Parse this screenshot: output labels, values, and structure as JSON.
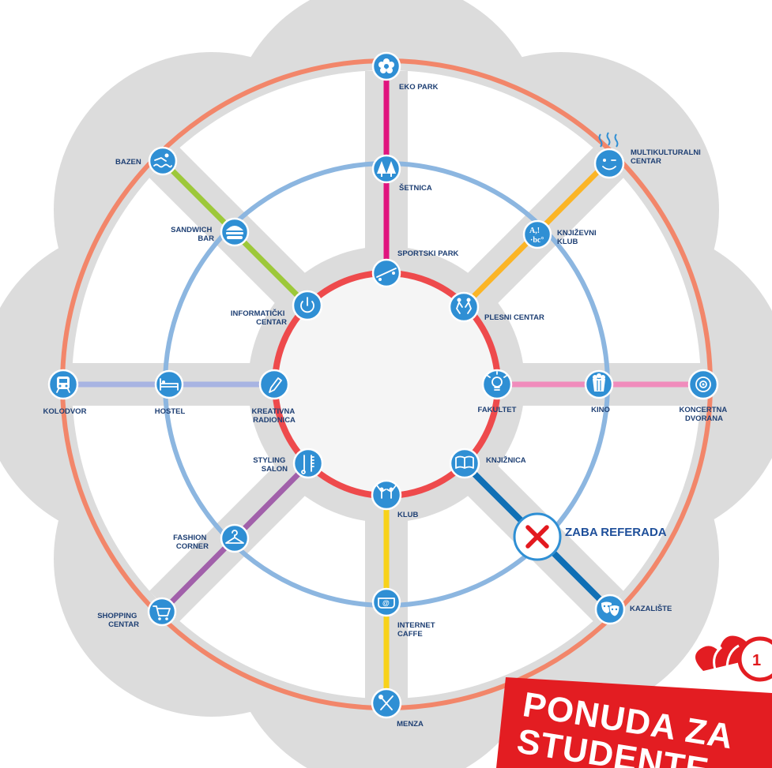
{
  "colors": {
    "background_shape": "#dcdcdc",
    "outer_ring": "#f2866a",
    "middle_ring": "#8cb6e0",
    "inner_ring": "#ee4a4c",
    "line_top": "#e0147e",
    "line_upper_right": "#fbb526",
    "line_upper_left": "#9dc83a",
    "line_left": "#a8b4e2",
    "line_right": "#f08cbc",
    "line_lower_left": "#a160aa",
    "line_bottom": "#f8d21a",
    "line_lower_right": "#0f6fb5",
    "station": "#2f8fd4",
    "promo_red": "#e31d22"
  },
  "stations": {
    "eko_park": {
      "label": [
        "EKO PARK"
      ],
      "icon": "flower-icon"
    },
    "setnica": {
      "label": [
        "ŠETNICA"
      ],
      "icon": "trees-icon"
    },
    "sportski_park": {
      "label": [
        "SPORTSKI PARK"
      ],
      "icon": "skateboard-icon"
    },
    "multikulturalni_centar": {
      "label": [
        "MULTIKULTURALNI",
        "CENTAR"
      ],
      "icon": "face-icon"
    },
    "knjizevni_klub": {
      "label": [
        "KNJIŽEVNI",
        "KLUB"
      ],
      "icon": "letters-icon"
    },
    "plesni_centar": {
      "label": [
        "PLESNI CENTAR"
      ],
      "icon": "dancers-icon"
    },
    "bazen": {
      "label": [
        "BAZEN"
      ],
      "icon": "swimmer-icon"
    },
    "sandwich_bar": {
      "label": [
        "SANDWICH",
        "BAR"
      ],
      "icon": "burger-icon"
    },
    "informaticki_centar": {
      "label": [
        "INFORMATIČKI",
        "CENTAR"
      ],
      "icon": "power-icon"
    },
    "kolodvor": {
      "label": [
        "KOLODVOR"
      ],
      "icon": "train-icon"
    },
    "hostel": {
      "label": [
        "HOSTEL"
      ],
      "icon": "bed-icon"
    },
    "kreativna_radionica": {
      "label": [
        "KREATIVNA",
        "RADIONICA"
      ],
      "icon": "pencil-icon"
    },
    "fakultet": {
      "label": [
        "FAKULTET"
      ],
      "icon": "bulb-icon"
    },
    "kino": {
      "label": [
        "KINO"
      ],
      "icon": "popcorn-icon"
    },
    "koncertna_dvorana": {
      "label": [
        "KONCERTNA",
        "DVORANA"
      ],
      "icon": "speaker-icon"
    },
    "styling_salon": {
      "label": [
        "STYLING",
        "SALON"
      ],
      "icon": "comb-scissors-icon"
    },
    "fashion_corner": {
      "label": [
        "FASHION",
        "CORNER"
      ],
      "icon": "hanger-icon"
    },
    "shopping_centar": {
      "label": [
        "SHOPPING",
        "CENTAR"
      ],
      "icon": "cart-icon"
    },
    "klub": {
      "label": [
        "KLUB"
      ],
      "icon": "party-icon"
    },
    "internet_caffe": {
      "label": [
        "INTERNET",
        "CAFFE"
      ],
      "icon": "at-icon"
    },
    "menza": {
      "label": [
        "MENZA"
      ],
      "icon": "cutlery-icon"
    },
    "knjiznica": {
      "label": [
        "KNJIŽNICA"
      ],
      "icon": "book-icon"
    },
    "zaba_referada": {
      "label": [
        "ZABA REFERADA"
      ],
      "icon": "close-icon"
    },
    "kazaliste": {
      "label": [
        "KAZALIŠTE"
      ],
      "icon": "masks-icon"
    }
  },
  "promo": {
    "line1": "PONUDA ZA",
    "line2": "STUDENTE",
    "badge": "1"
  }
}
